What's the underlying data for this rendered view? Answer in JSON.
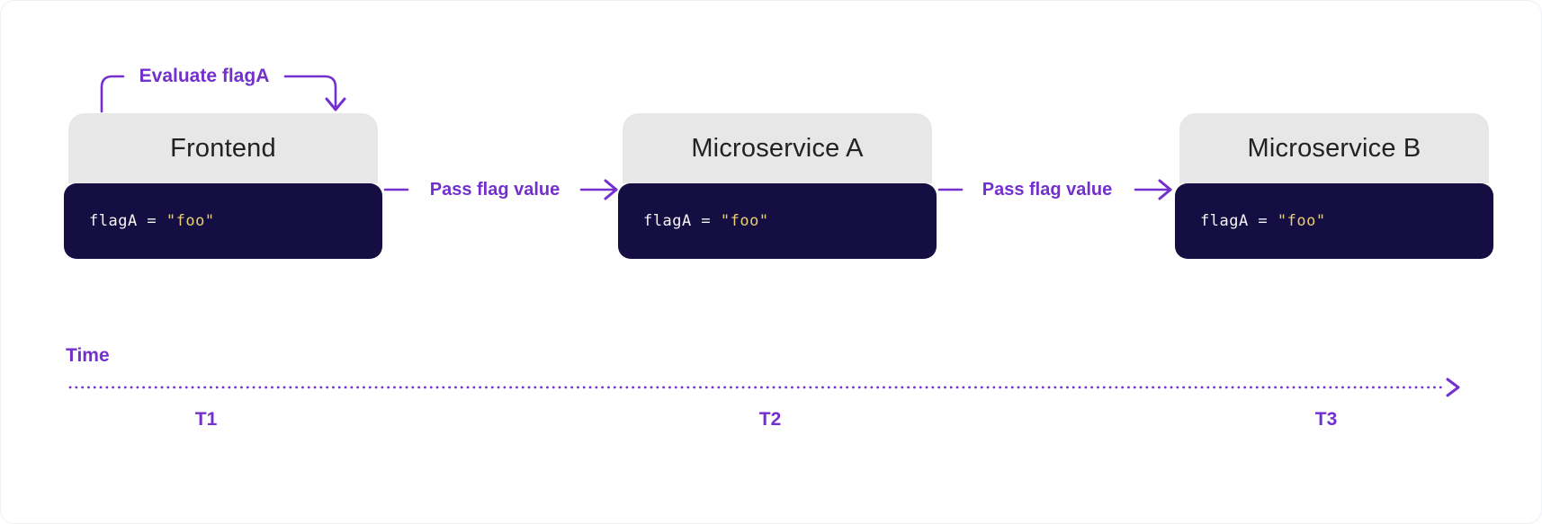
{
  "colors": {
    "accent": "#7430ce",
    "code_bg": "#140e42",
    "header_bg": "#e7e7e8",
    "header_text": "#222222",
    "code_text": "#f5f5f5",
    "code_string": "#e8cf6f"
  },
  "annotation": {
    "evaluate_label": "Evaluate flagA"
  },
  "services": [
    {
      "name": "Frontend",
      "code": {
        "assignment": "flagA = ",
        "value": "\"foo\""
      }
    },
    {
      "name": "Microservice A",
      "code": {
        "assignment": "flagA = ",
        "value": "\"foo\""
      }
    },
    {
      "name": "Microservice B",
      "code": {
        "assignment": "flagA = ",
        "value": "\"foo\""
      }
    }
  ],
  "flows": [
    {
      "label": "Pass flag value"
    },
    {
      "label": "Pass flag value"
    }
  ],
  "timeline": {
    "label": "Time",
    "ticks": [
      {
        "label": "T1"
      },
      {
        "label": "T2"
      },
      {
        "label": "T3"
      }
    ]
  }
}
